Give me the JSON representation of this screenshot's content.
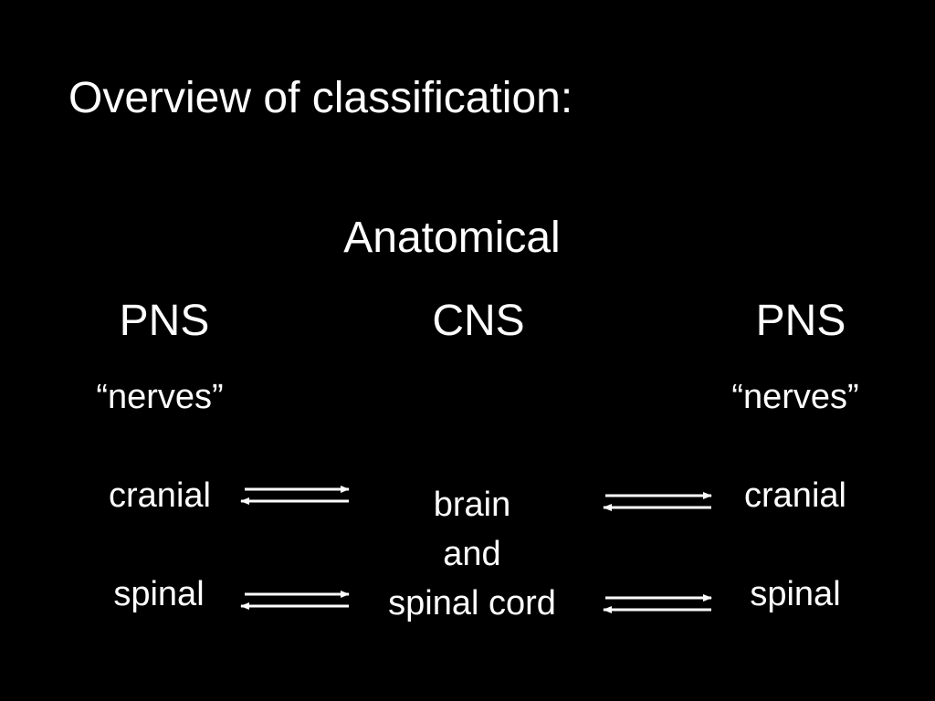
{
  "slide": {
    "title": "Overview of classification:",
    "subtitle": "Anatomical"
  },
  "columns": {
    "left": {
      "heading": "PNS",
      "descriptor": "“nerves”",
      "items": [
        "cranial",
        "spinal"
      ]
    },
    "center": {
      "heading": "CNS",
      "body_lines": [
        "brain",
        "and",
        "spinal cord"
      ]
    },
    "right": {
      "heading": "PNS",
      "descriptor": "“nerves”",
      "items": [
        "cranial",
        "spinal"
      ]
    }
  },
  "connectors": [
    {
      "from": "left.cranial",
      "to": "center.brain",
      "type": "bidirectional-arrow-pair"
    },
    {
      "from": "left.spinal",
      "to": "center.spinal cord",
      "type": "bidirectional-arrow-pair"
    },
    {
      "from": "center.brain",
      "to": "right.cranial",
      "type": "bidirectional-arrow-pair"
    },
    {
      "from": "center.spinal cord",
      "to": "right.spinal",
      "type": "bidirectional-arrow-pair"
    }
  ],
  "colors": {
    "background": "#000000",
    "text": "#ffffff"
  }
}
